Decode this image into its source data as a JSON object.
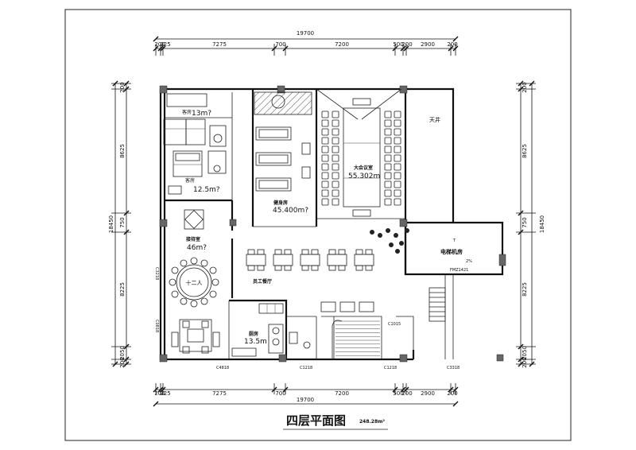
{
  "plan": {
    "title": "四层平面图",
    "area": "248.28m²"
  },
  "dimensions": {
    "total": "19700",
    "segments": [
      "200",
      "225",
      "7275",
      "700",
      "7200",
      "500",
      "200",
      "2900",
      "200"
    ],
    "left": [
      "200",
      "8625",
      "750",
      "18450",
      "8225",
      "2050",
      "200"
    ],
    "right": [
      "200",
      "8625",
      "750",
      "18450",
      "8225",
      "2050",
      "200"
    ]
  },
  "rooms": {
    "guest_room_1": {
      "name": "客房",
      "area": "13m?"
    },
    "guest_room_2": {
      "name": "客房",
      "area": "12.5m?"
    },
    "reception": {
      "name": "接待室",
      "area": "46m?"
    },
    "round_table": "十二人",
    "gym": {
      "name": "健身房",
      "area": "45.400m?"
    },
    "meeting": {
      "name": "大会议室",
      "area": "55.302m"
    },
    "skywell": "天井",
    "elevator": {
      "name": "电梯机房",
      "t": "T",
      "slope": "2%",
      "code": "FMZ1421"
    },
    "staff_canteen": "员工餐厅",
    "kitchen": {
      "name": "厨房",
      "area": "13.5m"
    }
  },
  "windows": {
    "c4818": "C4818",
    "c1218a": "C1218",
    "c1218b": "C1218",
    "c3318": "C3318",
    "c3218": "C3218",
    "c0818": "C0818",
    "c1015": "C1015"
  }
}
